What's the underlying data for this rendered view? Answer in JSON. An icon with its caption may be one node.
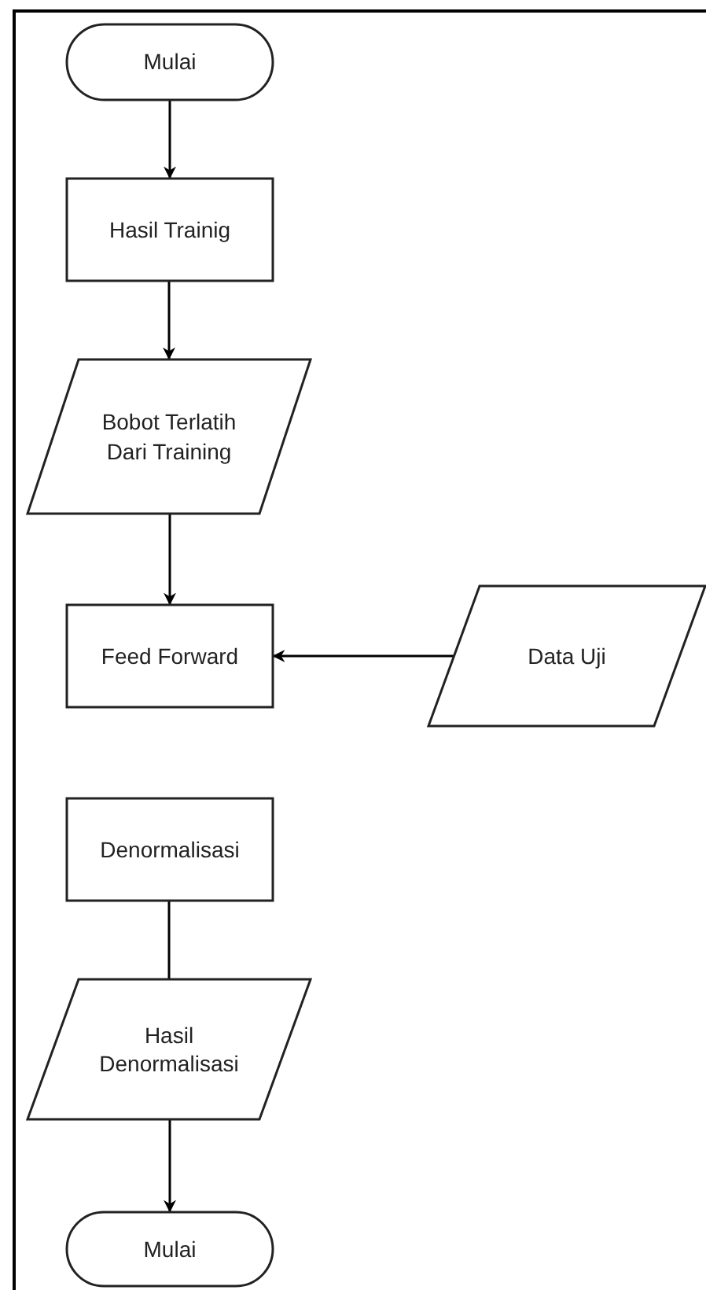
{
  "diagram": {
    "nodes": [
      {
        "text": [
          "Mulai"
        ]
      },
      {
        "text": [
          "Hasil Trainig"
        ]
      },
      {
        "text": [
          "Bobot Terlatih Dari Training"
        ]
      },
      {
        "text": [
          "Feed Forward"
        ]
      },
      {
        "text": [
          "Data Uji"
        ]
      },
      {
        "text": [
          "Denormalisasi"
        ]
      },
      {
        "text": [
          "Hasil Denormalisasi"
        ]
      },
      {
        "text": [
          "Mulai"
        ]
      }
    ],
    "edges": [
      {
        "from": 0,
        "to": 1,
        "arrow": "to"
      },
      {
        "from": 1,
        "to": 2,
        "arrow": "to"
      },
      {
        "from": 2,
        "to": 3,
        "arrow": "to"
      },
      {
        "from": 4,
        "to": 3,
        "arrow": "to"
      },
      {
        "from": 5,
        "to": 6,
        "arrow": "none"
      },
      {
        "from": 6,
        "to": 7,
        "arrow": "to"
      }
    ]
  }
}
